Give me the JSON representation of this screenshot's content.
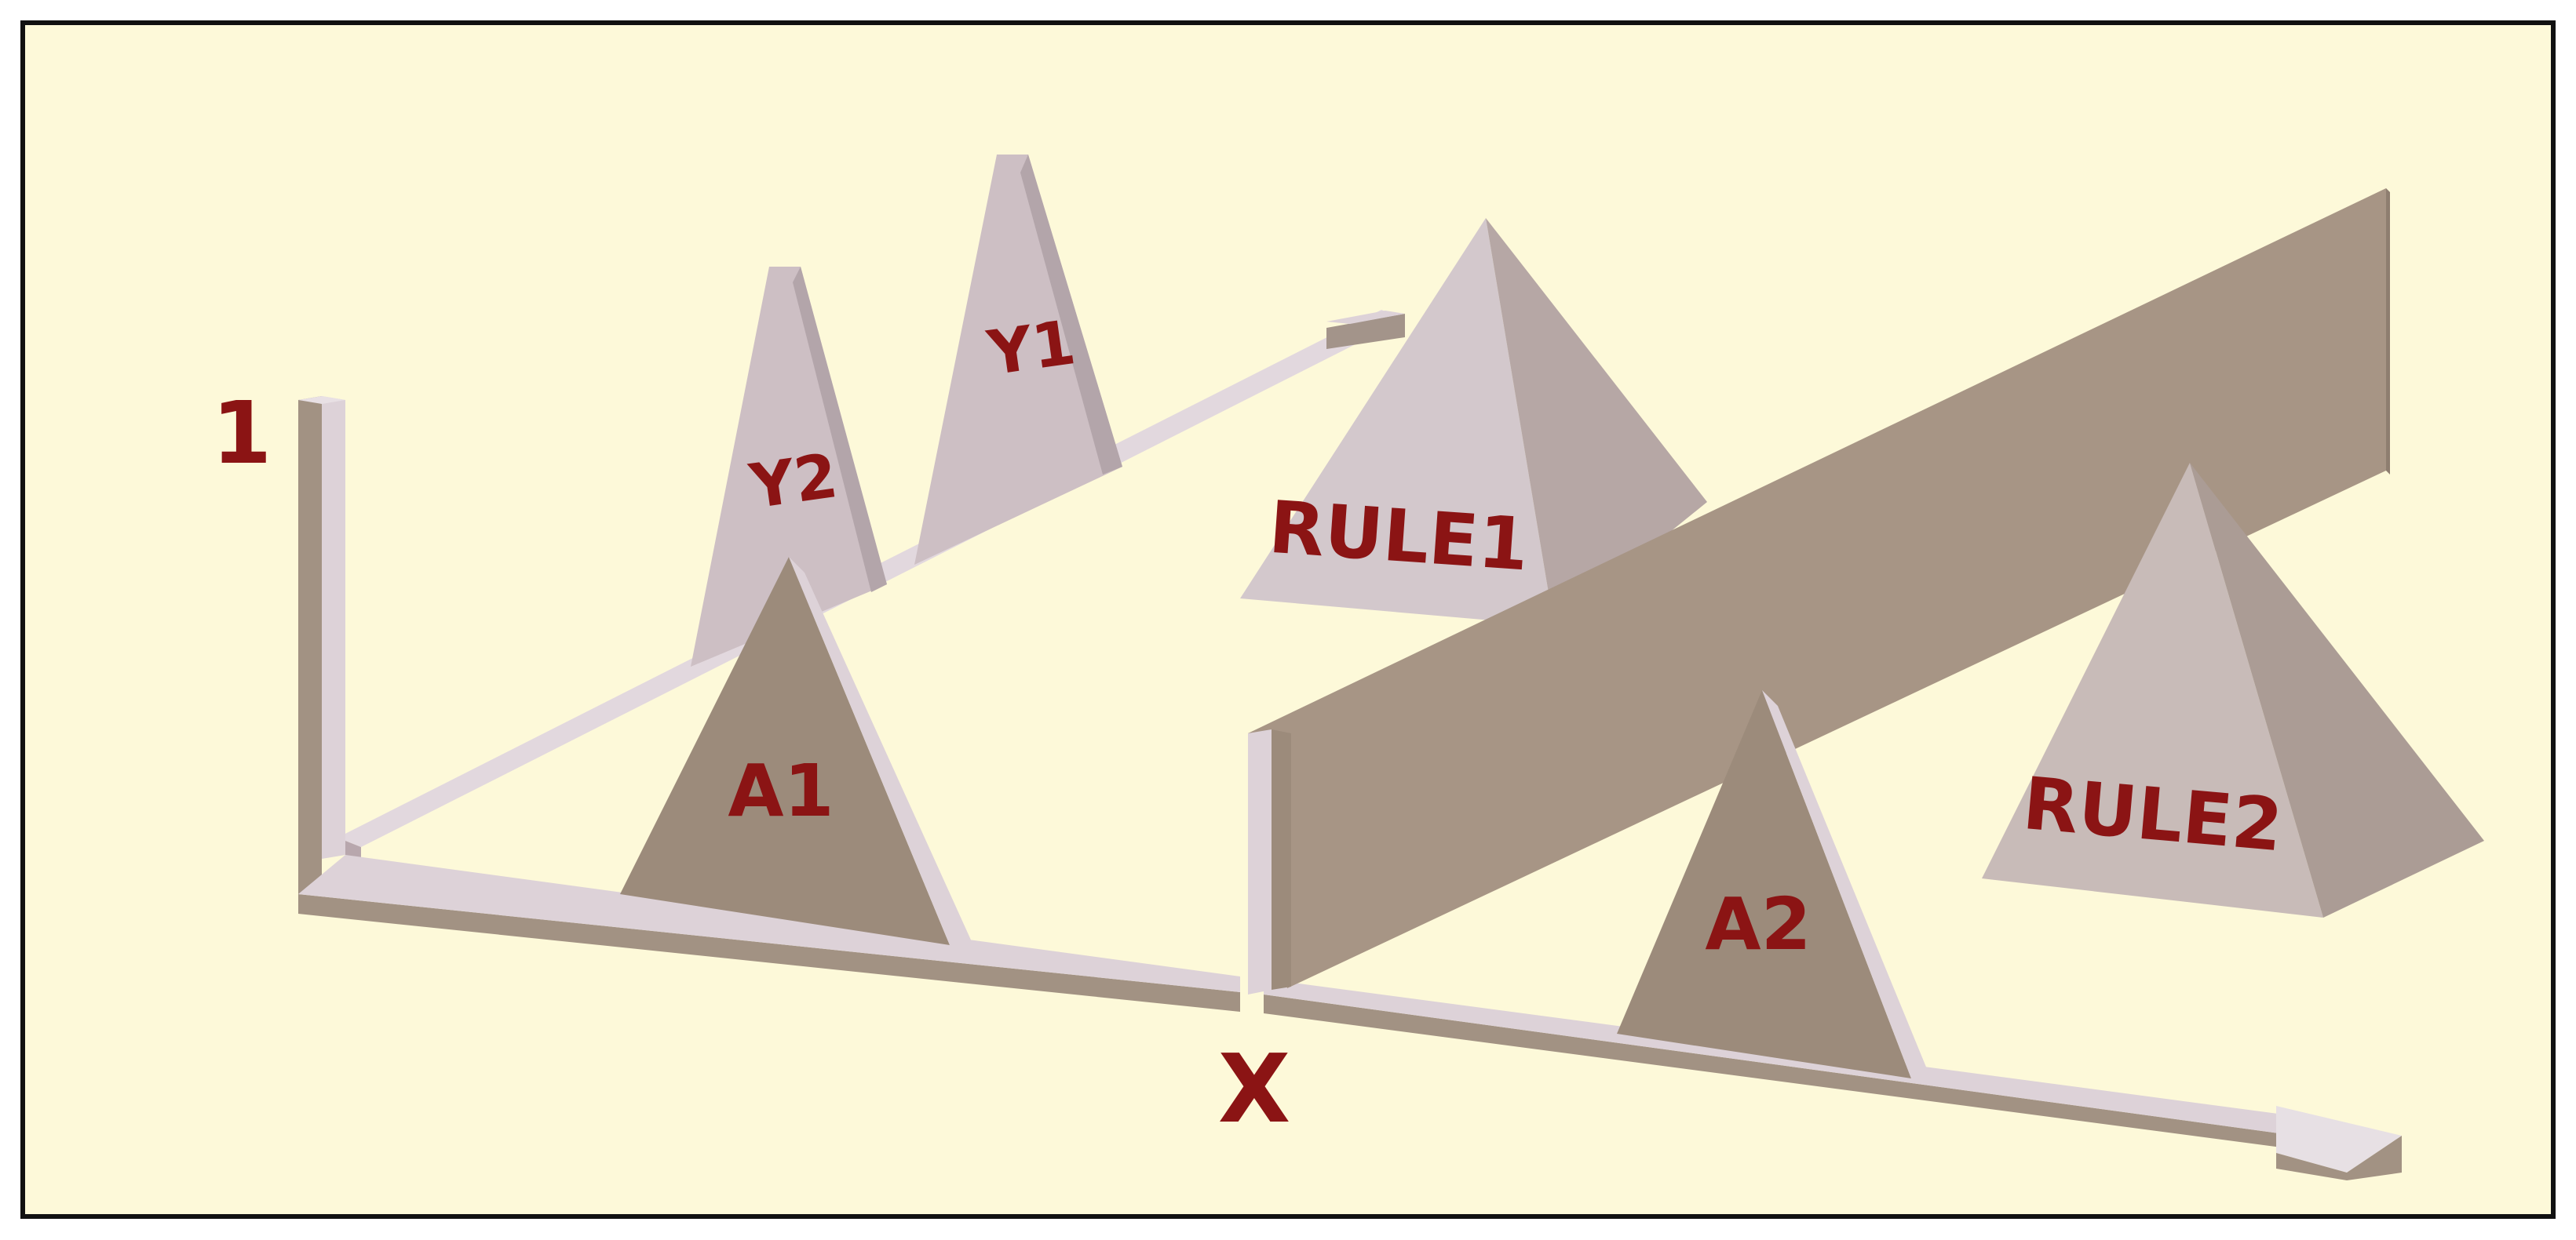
{
  "diagram": {
    "axis_value_label": "1",
    "axis_label": "X",
    "shapes": {
      "y2": "Y2",
      "y1": "Y1",
      "rule1": "RULE1",
      "a1": "A1",
      "a2": "A2",
      "rule2": "RULE2"
    }
  },
  "colors": {
    "background": "#fdf9d9",
    "border": "#111111",
    "label": "#8b1414",
    "dark_surface": "#9c8b7b",
    "light_surface": "#cdbfc4"
  }
}
